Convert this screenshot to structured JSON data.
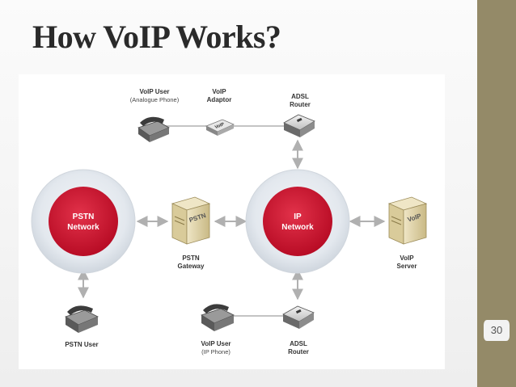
{
  "slide": {
    "title": "How VoIP Works?",
    "page_number": "30"
  },
  "diagram": {
    "nodes": {
      "pstn_network": {
        "line1": "PSTN",
        "line2": "Network"
      },
      "ip_network": {
        "line1": "IP",
        "line2": "Network"
      },
      "pstn_gateway": {
        "line1": "PSTN",
        "line2": "Gateway",
        "tag": "PSTN"
      },
      "voip_server": {
        "line1": "VoIP",
        "line2": "Server",
        "tag": "VoIP"
      },
      "voip_user_analogue": {
        "line1": "VoIP User",
        "line2": "(Analogue Phone)"
      },
      "voip_adaptor": {
        "line1": "VoIP",
        "line2": "Adaptor",
        "tag": "VoIP"
      },
      "adsl_router_top": {
        "line1": "ADSL",
        "line2": "Router"
      },
      "adsl_router_bottom": {
        "line1": "ADSL",
        "line2": "Router"
      },
      "pstn_user": {
        "line1": "PSTN User"
      },
      "voip_user_ip": {
        "line1": "VoIP User",
        "line2": "(IP Phone)"
      }
    },
    "colors": {
      "network_red": "#c8102e",
      "halo": "#dde3ea",
      "link": "#b9b9b9",
      "device": "#555555"
    }
  }
}
